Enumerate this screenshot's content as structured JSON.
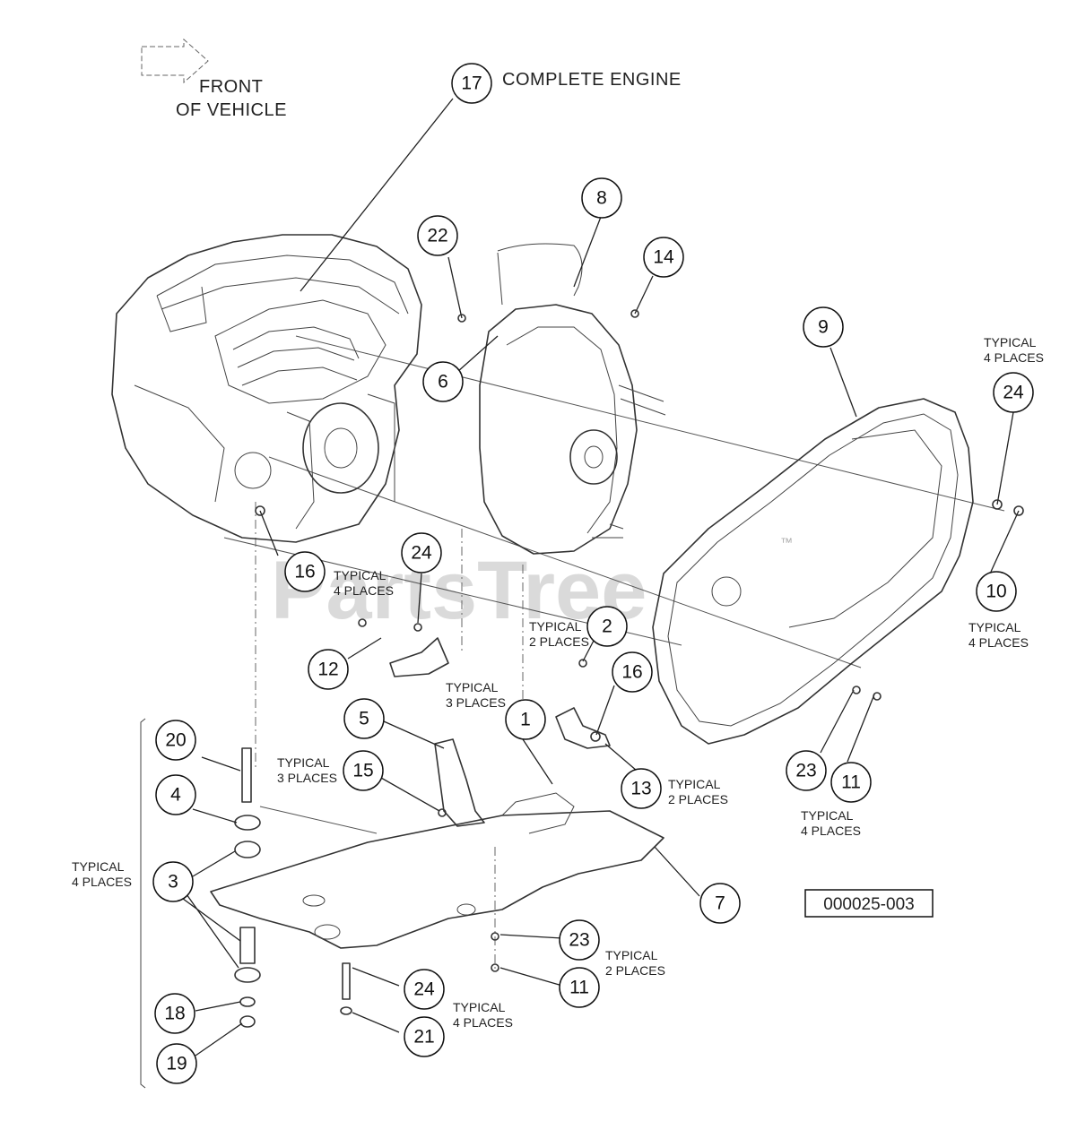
{
  "direction": {
    "line1": "FRONT",
    "line2": "OF VEHICLE"
  },
  "title_label": "COMPLETE ENGINE",
  "drawing_number": "000025-003",
  "watermark": "PartsTree",
  "trademark": "™",
  "typical_word": "TYPICAL",
  "places": {
    "two": "2 PLACES",
    "three": "3 PLACES",
    "four": "4 PLACES"
  },
  "callouts": {
    "n1": "1",
    "n2": "2",
    "n3": "3",
    "n4": "4",
    "n5": "5",
    "n6": "6",
    "n7": "7",
    "n8": "8",
    "n9": "9",
    "n10": "10",
    "n11": "11",
    "n12": "12",
    "n13": "13",
    "n14": "14",
    "n15": "15",
    "n16": "16",
    "n17": "17",
    "n18": "18",
    "n19": "19",
    "n20": "20",
    "n21": "21",
    "n22": "22",
    "n23": "23",
    "n24": "24"
  }
}
